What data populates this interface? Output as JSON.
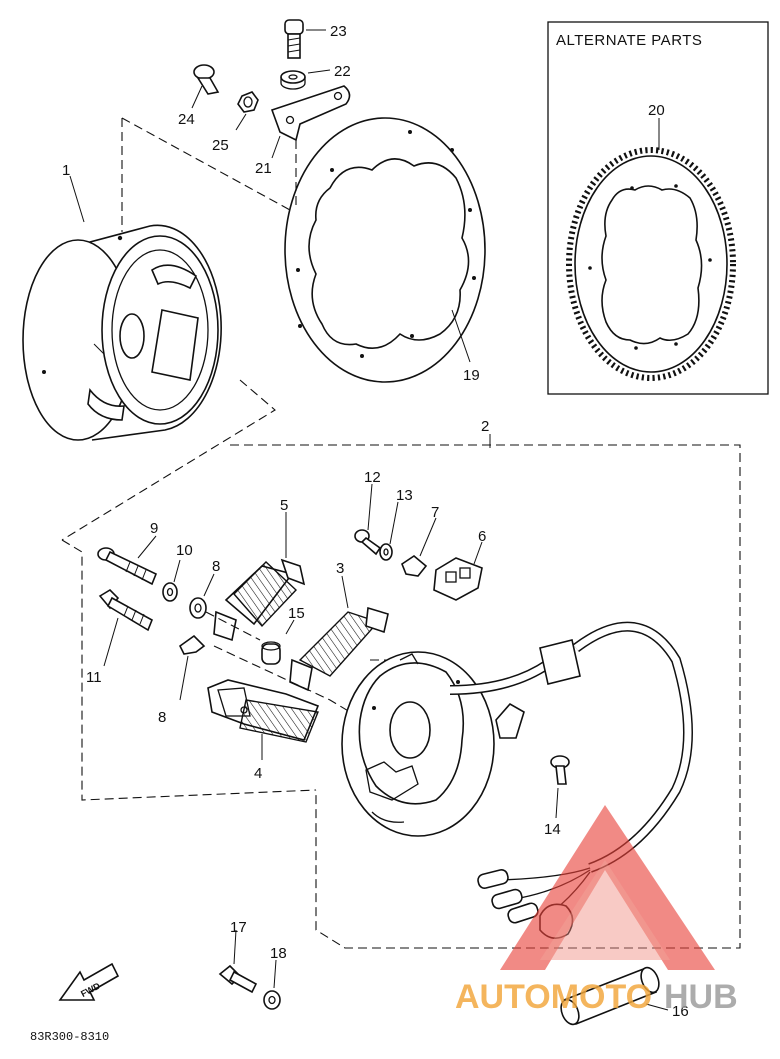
{
  "alternate_parts_title": "ALTERNATE PARTS",
  "fwd_label": "FWD",
  "diagram_code": "83R300-8310",
  "watermark": {
    "part1": "AUTOMOTO",
    "part2": "HUB",
    "colors": {
      "red": "#e8413a",
      "orange": "#f2a63a",
      "gray": "#9a9a9a"
    }
  },
  "callouts": {
    "c1": "1",
    "c2": "2",
    "c3": "3",
    "c4": "4",
    "c5": "5",
    "c6": "6",
    "c7": "7",
    "c8a": "8",
    "c8b": "8",
    "c9": "9",
    "c10": "10",
    "c11": "11",
    "c12": "12",
    "c13": "13",
    "c14": "14",
    "c15": "15",
    "c16": "16",
    "c17": "17",
    "c18": "18",
    "c19": "19",
    "c20": "20",
    "c21": "21",
    "c22": "22",
    "c23": "23",
    "c24": "24",
    "c25": "25"
  }
}
